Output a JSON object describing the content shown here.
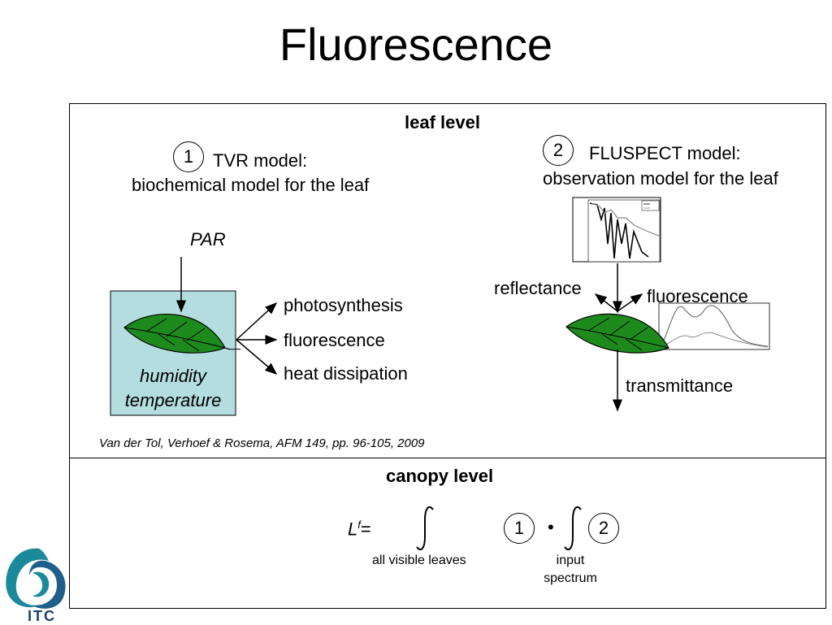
{
  "title": "Fluorescence",
  "leaf": {
    "heading": "leaf level",
    "tvr": {
      "number": "1",
      "line1": "TVR model:",
      "line2": "biochemical model for the leaf"
    },
    "fluspect": {
      "number": "2",
      "line1": "FLUSPECT model:",
      "line2": "observation model for the leaf"
    },
    "par": "PAR",
    "outputs": [
      "photosynthesis",
      "fluorescence",
      "heat dissipation"
    ],
    "conditions": [
      "humidity",
      "temperature"
    ],
    "fluspect_labels": {
      "reflectance": "reflectance",
      "fluorescence": "fluorescence",
      "transmittance": "transmittance"
    },
    "citation": "Van der Tol, Verhoef & Rosema, AFM 149, pp. 96-105, 2009"
  },
  "canopy": {
    "heading": "canopy level",
    "formula_symbol": "L",
    "formula_sup": "f",
    "formula_eq": "=",
    "integral1_label": "all visible leaves",
    "circle1": "1",
    "dot": "•",
    "circle2": "2",
    "integral2_label_line1": "input",
    "integral2_label_line2": "spectrum"
  },
  "logo": {
    "text": "ITC",
    "colors": [
      "#1a8a9a",
      "#1f5f8a"
    ]
  }
}
